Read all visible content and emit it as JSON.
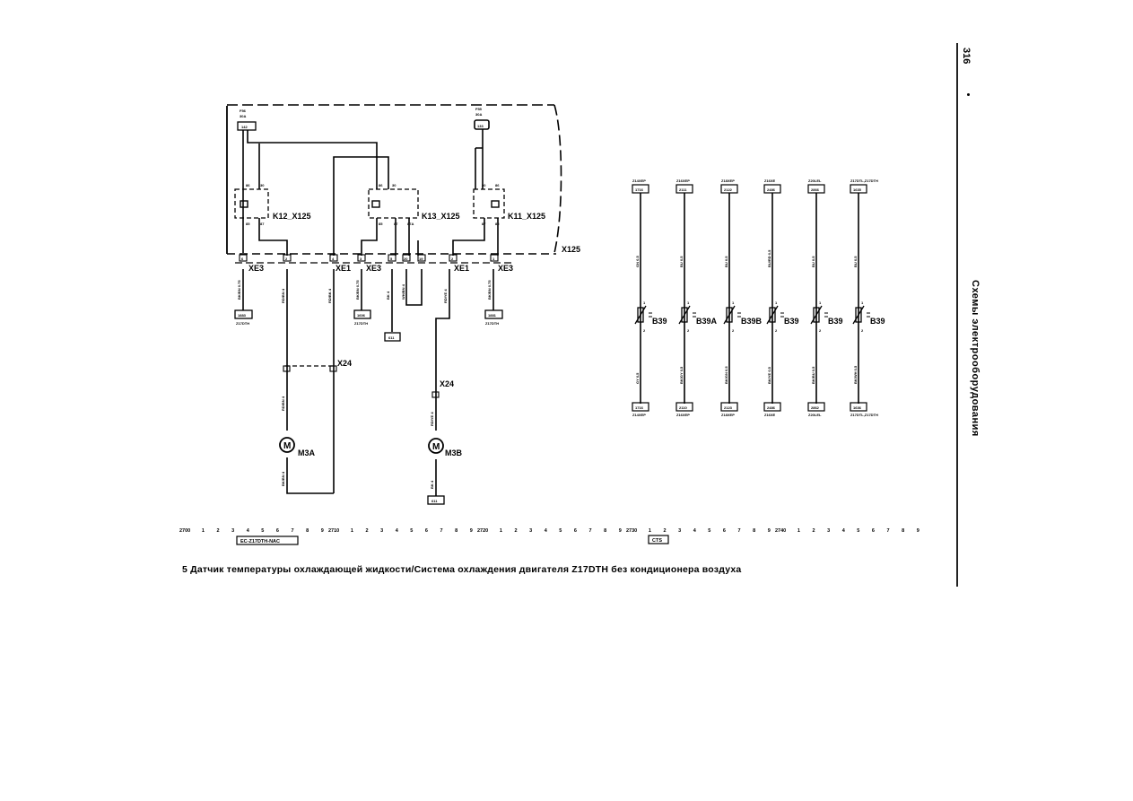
{
  "page": {
    "number": "316",
    "side_title": "Схемы электрооборудования",
    "caption": "5  Датчик температуры охлаждающей жидкости/Система охлаждения двигателя Z17DTH без кондиционера воздуха"
  },
  "fuses": {
    "f_left": {
      "name": "F56",
      "rating": "30A",
      "id": "142"
    },
    "f_right": {
      "name": "F55",
      "rating": "30A",
      "id": "133"
    }
  },
  "relays": {
    "k12": {
      "label": "K12_X125",
      "pins": [
        "86",
        "30",
        "85",
        "87"
      ]
    },
    "k13": {
      "label": "K13_X125",
      "pins": [
        "86",
        "30",
        "85",
        "87",
        "87A"
      ]
    },
    "k11": {
      "label": "K11_X125",
      "pins": [
        "30",
        "86",
        "87",
        "85"
      ]
    }
  },
  "box_label": "X125",
  "connectors": {
    "pins": [
      "6",
      "2",
      "4",
      "3",
      "5",
      "20",
      "19",
      "2",
      "1"
    ],
    "xe3_a": "XE3",
    "xe1_a": "XE1",
    "xe3_b": "XE3",
    "xe1_b": "XE1",
    "xe3_c": "XE3",
    "x24_a": "X24",
    "x24_b": "X24"
  },
  "wires": {
    "w1": "BK/BN 0.75",
    "w2": "RD/BN 4",
    "w3": "RD/BK 4",
    "w4": "BK/BN 0.75",
    "w5": "BK 4",
    "w6": "WH/BN 4",
    "w7": "RD/YE 4",
    "w8": "BK/BN 0.75",
    "w9": "RD/YE 4",
    "w10": "RD/BN 4",
    "w11": "BK/BN 4",
    "w12": "BK 4"
  },
  "terminals": {
    "t1": {
      "id": "1883",
      "sub": "Z17DTH"
    },
    "t2": {
      "id": "1606",
      "sub": "Z17DTH"
    },
    "t3": {
      "id": "611"
    },
    "t4": {
      "id": "1881",
      "sub": "Z17DTH"
    },
    "t5": {
      "id": "611"
    }
  },
  "motors": {
    "m3a": "M3A",
    "m3b": "M3B"
  },
  "sensors": [
    {
      "top_label": "Z14XEP",
      "top_id": "1716",
      "wire_top": "GN 0.5",
      "wire_bottom": "GY 0.5",
      "bottom_id": "1716",
      "bottom_label": "Z14XEP",
      "name": "B39"
    },
    {
      "top_label": "Z16XEP",
      "top_id": "2111",
      "wire_top": "BU 0.5",
      "wire_bottom": "BK/GY 0.5",
      "bottom_id": "2110",
      "bottom_label": "Z16XEP",
      "name": "B39A"
    },
    {
      "top_label": "Z18XEP",
      "top_id": "2122",
      "wire_top": "BU 0.5",
      "wire_bottom": "BK/GN 0.5",
      "bottom_id": "2123",
      "bottom_label": "Z18XEP",
      "name": "B39B"
    },
    {
      "top_label": "Z16XE",
      "top_id": "2486",
      "wire_top": "BU/RD 0.5",
      "wire_bottom": "BK/YE 0.5",
      "bottom_id": "2486",
      "bottom_label": "Z16XE",
      "name": "B39"
    },
    {
      "top_label": "Z20LEL",
      "top_id": "2866",
      "wire_top": "BU 0.5",
      "wire_bottom": "BK/BU 0.5",
      "bottom_id": "2862",
      "bottom_label": "Z20LEL",
      "name": "B39"
    },
    {
      "top_label": "Z17DTL,Z17DTH",
      "top_id": "1635",
      "wire_top": "BU 0.5",
      "wire_bottom": "BK/WH 0.5",
      "bottom_id": "1636",
      "bottom_label": "Z17DTL,Z17DTH",
      "name": "B39"
    }
  ],
  "ruler": {
    "majors": [
      "2700",
      "2710",
      "2720",
      "2730",
      "2740"
    ],
    "minor": [
      "1",
      "2",
      "3",
      "4",
      "5",
      "6",
      "7",
      "8",
      "9"
    ],
    "tag_left": "EC-Z17DTH-NAC",
    "tag_right": "CTS"
  }
}
